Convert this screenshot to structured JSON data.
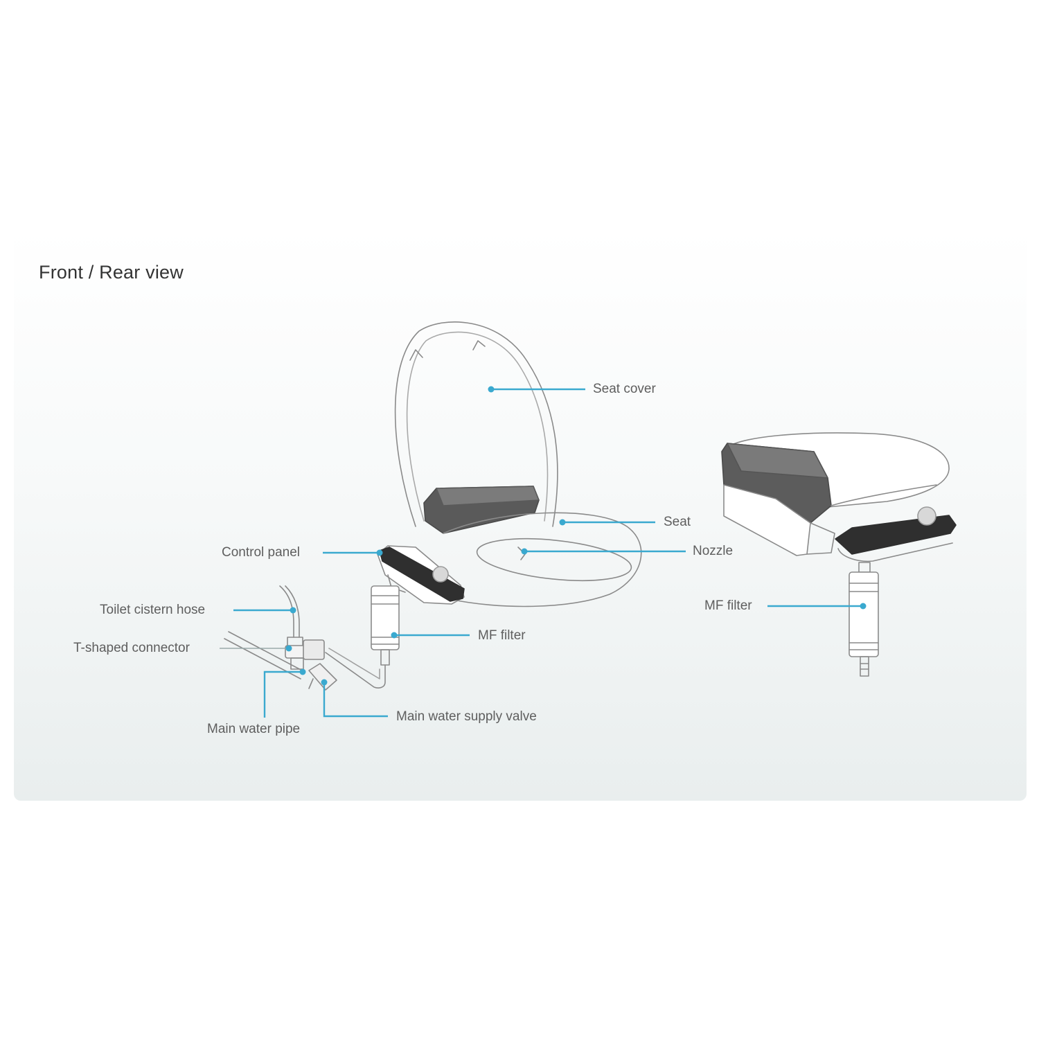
{
  "title": "Front / Rear view",
  "colors": {
    "leader": "#3aa9cf",
    "outline": "#8a8a8a",
    "dark_part": "#4a4a4a",
    "text": "#5e5e5e"
  },
  "labels": {
    "seat_cover": "Seat cover",
    "seat": "Seat",
    "control_panel": "Control panel",
    "nozzle": "Nozzle",
    "toilet_cistern_hose": "Toilet cistern hose",
    "t_shaped_connector": "T-shaped connector",
    "mf_filter_front": "MF filter",
    "main_water_pipe": "Main water pipe",
    "main_water_supply_valve": "Main water supply valve",
    "mf_filter_rear": "MF filter"
  }
}
